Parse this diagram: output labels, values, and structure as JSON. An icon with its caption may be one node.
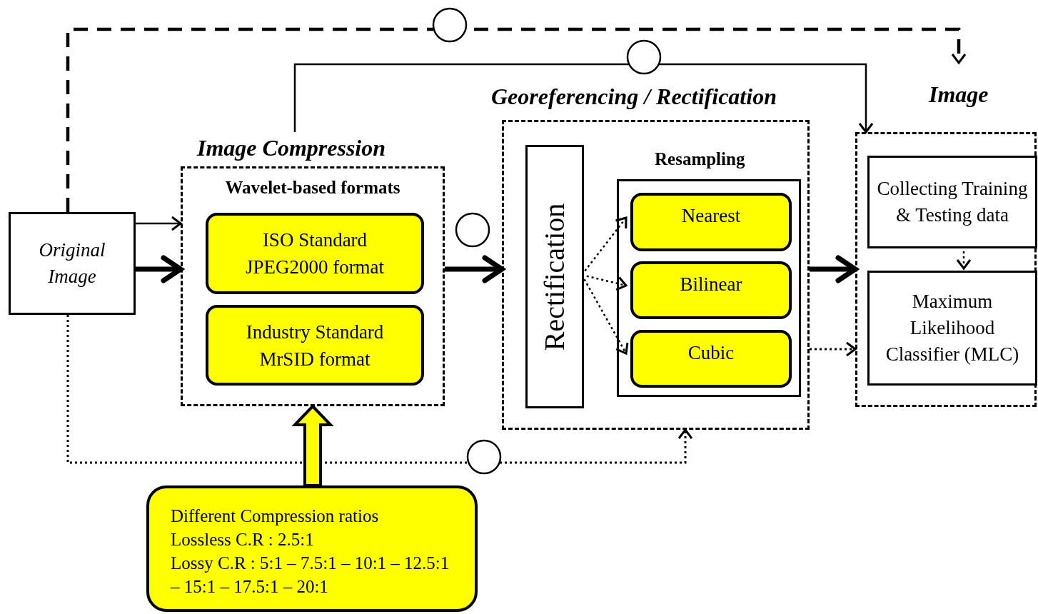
{
  "diagram": {
    "nodes": [
      {
        "text": [
          "Original Image"
        ]
      },
      {
        "text": [
          "Image Compression",
          "Wavelet-based formats"
        ]
      },
      {
        "text": [
          "ISO Standard JPEG2000 format"
        ],
        "in": 1
      },
      {
        "text": [
          "Industry Standard MrSID format"
        ],
        "in": 1
      },
      {
        "text": [
          "Georeferencing / Rectification"
        ]
      },
      {
        "text": [
          "Rectification"
        ],
        "in": 4
      },
      {
        "text": [
          "Resampling"
        ],
        "in": 4
      },
      {
        "text": [
          "Nearest"
        ],
        "in": 6
      },
      {
        "text": [
          "Bilinear"
        ],
        "in": 6
      },
      {
        "text": [
          "Cubic"
        ],
        "in": 6
      },
      {
        "text": [
          "Image"
        ]
      },
      {
        "text": [
          "Collecting Training & Testing data"
        ],
        "in": 10
      },
      {
        "text": [
          "Maximum Likelihood Classifier (MLC)"
        ],
        "in": 10
      },
      {
        "text": [
          "Different Compression ratios",
          "Lossless C.R : 2.5:1",
          "Lossy C.R : 5:1 – 7.5:1 – 10:1 – 12.5:1 – 15:1 – 17.5:1 – 20:1"
        ]
      }
    ],
    "edges": [
      {
        "from": 0,
        "to": 1,
        "arrow": "to"
      },
      {
        "from": 0,
        "to": 1,
        "arrow": "to",
        "style": "thick"
      },
      {
        "from": 1,
        "to": 4,
        "arrow": "to",
        "style": "thick"
      },
      {
        "from": 5,
        "to": 7,
        "arrow": "to",
        "style": "dashed"
      },
      {
        "from": 5,
        "to": 8,
        "arrow": "to",
        "style": "dashed"
      },
      {
        "from": 5,
        "to": 9,
        "arrow": "to",
        "style": "dashed"
      },
      {
        "from": 4,
        "to": 10,
        "arrow": "to",
        "style": "thick"
      },
      {
        "from": 4,
        "to": 10,
        "arrow": "to",
        "style": "dashed"
      },
      {
        "from": 11,
        "to": 12,
        "arrow": "to",
        "style": "dashed"
      },
      {
        "from": 0,
        "to": 10,
        "arrow": "to",
        "style": "dashed"
      },
      {
        "from": 1,
        "to": 10,
        "arrow": "to"
      },
      {
        "from": 0,
        "to": 4,
        "arrow": "to",
        "style": "dashed"
      },
      {
        "from": 13,
        "to": 1,
        "arrow": "to",
        "style": "thick",
        "color": "#ffff00"
      }
    ]
  }
}
